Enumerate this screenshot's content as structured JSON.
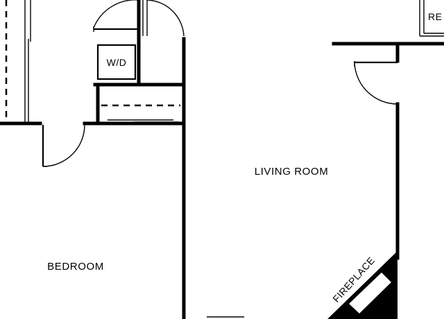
{
  "labels": {
    "living_room": "LIVING ROOM",
    "bedroom": "BEDROOM",
    "washer_dryer": "W/D",
    "fireplace": "FIREPLACE",
    "partial_room": "RE"
  }
}
